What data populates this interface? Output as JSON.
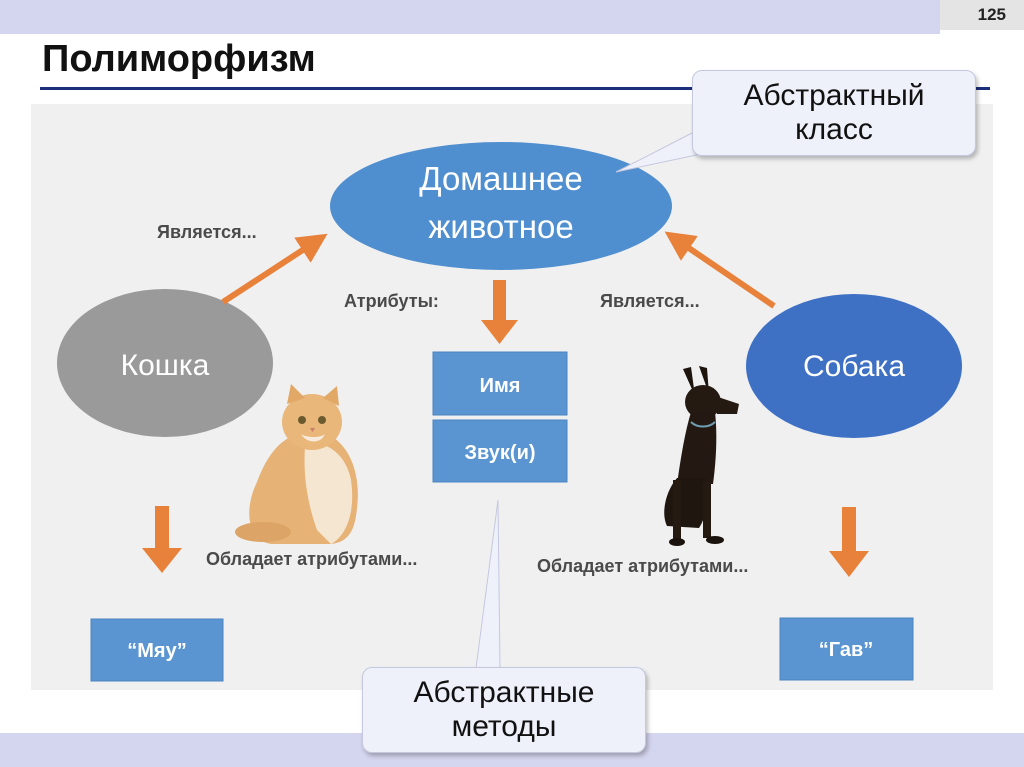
{
  "slide": {
    "page_number": "125",
    "title": "Полиморфизм"
  },
  "diagram": {
    "parent_node": {
      "line1": "Домашнее",
      "line2": "животное"
    },
    "child_left": "Кошка",
    "child_right": "Собака",
    "is_a_left": "Является...",
    "is_a_right": "Является...",
    "attributes_label": "Атрибуты:",
    "attributes": [
      "Имя",
      "Звук(и)"
    ],
    "has_attrs_left": "Обладает атрибутами...",
    "has_attrs_right": "Обладает атрибутами...",
    "sound_cat": "“Мяу”",
    "sound_dog": "“Гав”"
  },
  "callouts": {
    "abstract_class": {
      "line1": "Абстрактный",
      "line2": "класс"
    },
    "abstract_methods": {
      "line1": "Абстрактные",
      "line2": "методы"
    }
  },
  "colors": {
    "parent": "#4f8fd0",
    "cat": "#9a9a9a",
    "dog": "#3e70c4",
    "box": "#5a95d2",
    "arrow": "#e8813a",
    "panel": "#f0f0f0"
  }
}
